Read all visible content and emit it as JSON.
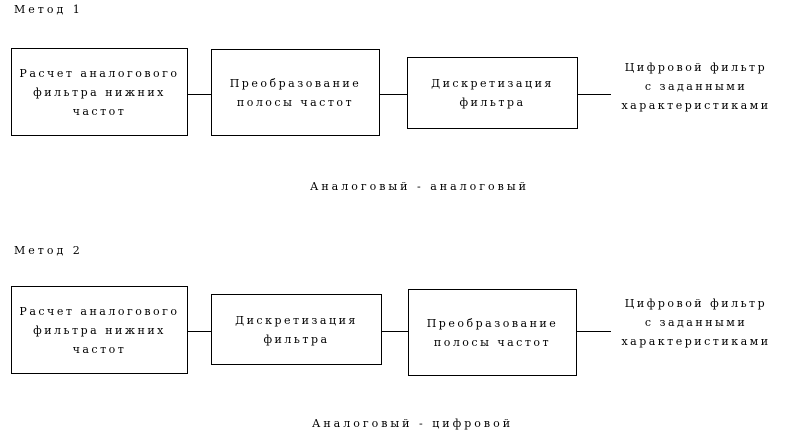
{
  "method1": {
    "title": "Метод 1",
    "boxes": [
      "Расчет аналогового\nфильтра нижних\nчастот",
      "Преобразование\nполосы частот",
      "Дискретизация\nфильтра"
    ],
    "result": "Цифровой фильтр\nс заданными\nхарактеристиками",
    "caption": "Аналоговый - аналоговый"
  },
  "method2": {
    "title": "Метод 2",
    "boxes": [
      "Расчет аналогового\nфильтра нижних\nчастот",
      "Дискретизация\nфильтра",
      "Преобразование\nполосы частот"
    ],
    "result": "Цифровой фильтр\nс заданными\nхарактеристиками",
    "caption": "Аналоговый - цифровой"
  }
}
